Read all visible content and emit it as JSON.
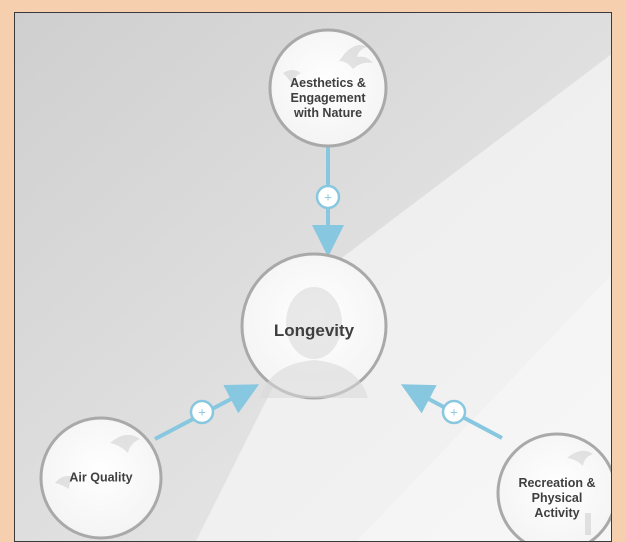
{
  "diagram": {
    "center": {
      "label": "Longevity"
    },
    "nodes": [
      {
        "id": "aesthetics",
        "label_lines": [
          "Aesthetics &",
          "Engagement",
          "with Nature"
        ]
      },
      {
        "id": "air",
        "label_lines": [
          "Air Quality"
        ]
      },
      {
        "id": "recreation",
        "label_lines": [
          "Recreation &",
          "Physical",
          "Activity"
        ]
      }
    ],
    "connectors": [
      {
        "from": "aesthetics",
        "to": "center",
        "sign": "+"
      },
      {
        "from": "air",
        "to": "center",
        "sign": "+"
      },
      {
        "from": "recreation",
        "to": "center",
        "sign": "+"
      }
    ]
  },
  "colors": {
    "page_border": "#f6cfae",
    "arrow": "#87c7df",
    "circle_stroke": "#a9a9a9",
    "label_text": "#3f3f3f"
  }
}
